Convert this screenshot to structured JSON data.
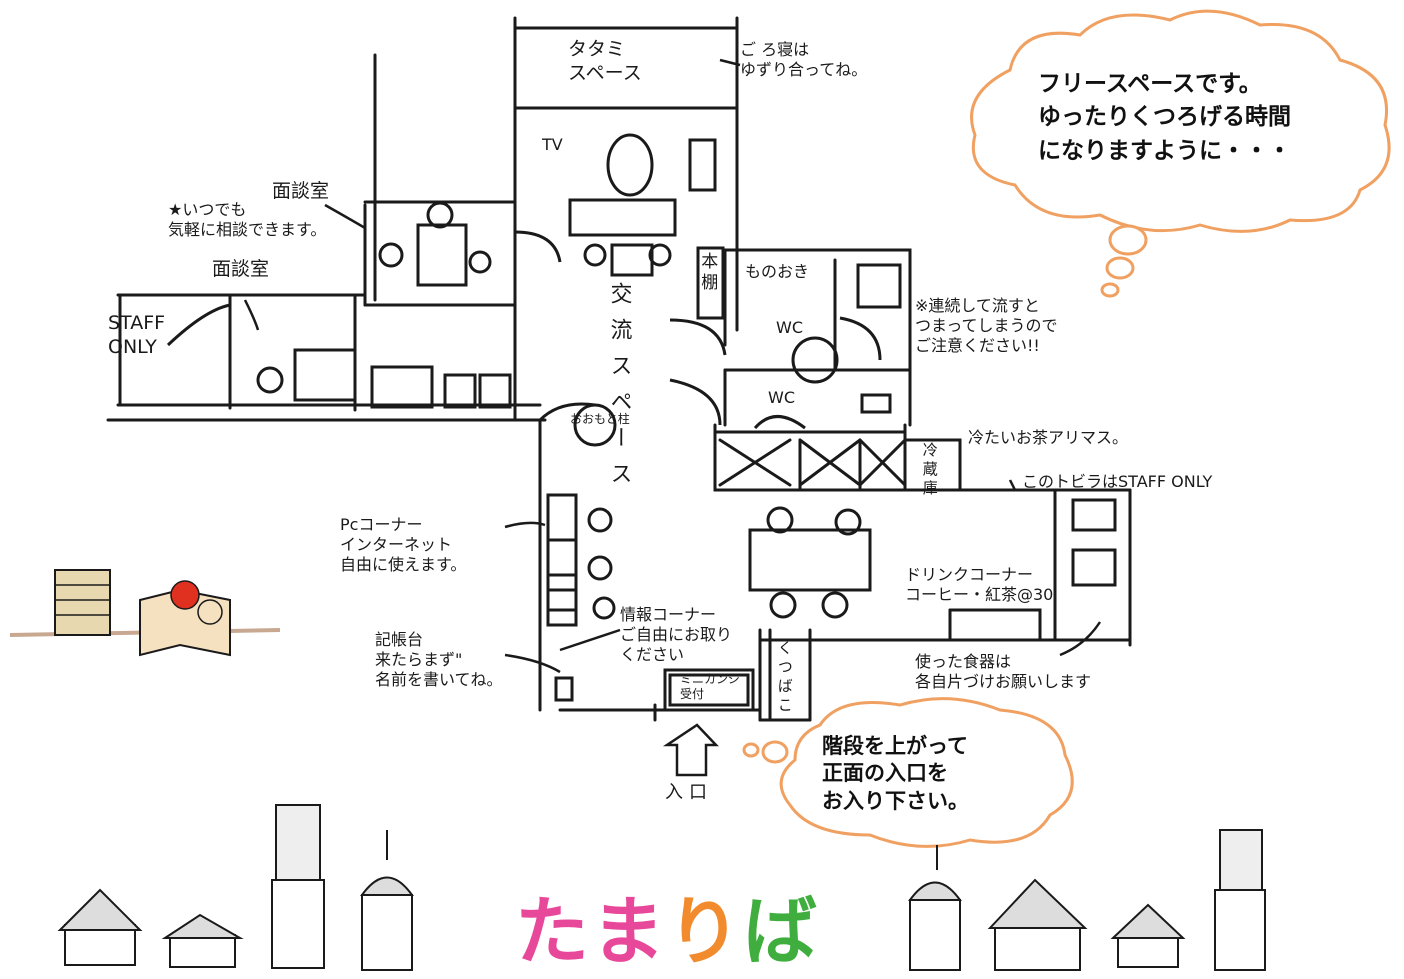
{
  "labels": {
    "tatami": "タタミ\nスペース",
    "nap": "ご ろ寝は\nゆずり合ってね。",
    "tv": "TV",
    "consult_room_1": "面談室",
    "consult_note": "★いつでも\n気軽に相談できます。",
    "consult_room_2": "面談室",
    "staff_only": "STAFF\nONLY",
    "bookshelf": "本棚",
    "storage": "ものおき",
    "wc_1": "WC",
    "wc_2": "WC",
    "flush_note": "※連続して流すと\nつまってしまうので\nご注意ください!!",
    "exchange_space": "交流スペース",
    "pillar": "おおもと柱",
    "fridge": "冷蔵庫",
    "cold_tea": "冷たいお茶アリマス。",
    "staff_door": "このトビラはSTAFF ONLY",
    "pc_corner": "Pcコーナー\nインターネット\n自由に使えます。",
    "drink_corner": "ドリンクコーナー\nコーヒー・紅茶@30",
    "info_corner": "情報コーナー\nご自由にお取り\nください",
    "register_desk": "記帳台\n来たらまず\"\n名前を書いてね。",
    "shoe_box": "くつばこ",
    "entrance_desk": "ミニカンジ\n受付",
    "dishes": "使った食器は\n各自片づけお願いします",
    "entrance": "入口"
  },
  "bubbles": {
    "free_space": "フリースペースです。\nゆったりくつろげる時間\nになりますように・・・",
    "stairs": "階段を上がって\n正面の入口を\nお入り下さい。"
  },
  "title": {
    "chars": [
      "た",
      "ま",
      "り",
      "ば"
    ],
    "colors": [
      "#e8489a",
      "#e8489a",
      "#f28a2e",
      "#3fae3f"
    ]
  },
  "colors": {
    "bubble_outline": "#f0a060",
    "ink": "#1a1a1a",
    "table_cloth": "#e8c8b8"
  }
}
